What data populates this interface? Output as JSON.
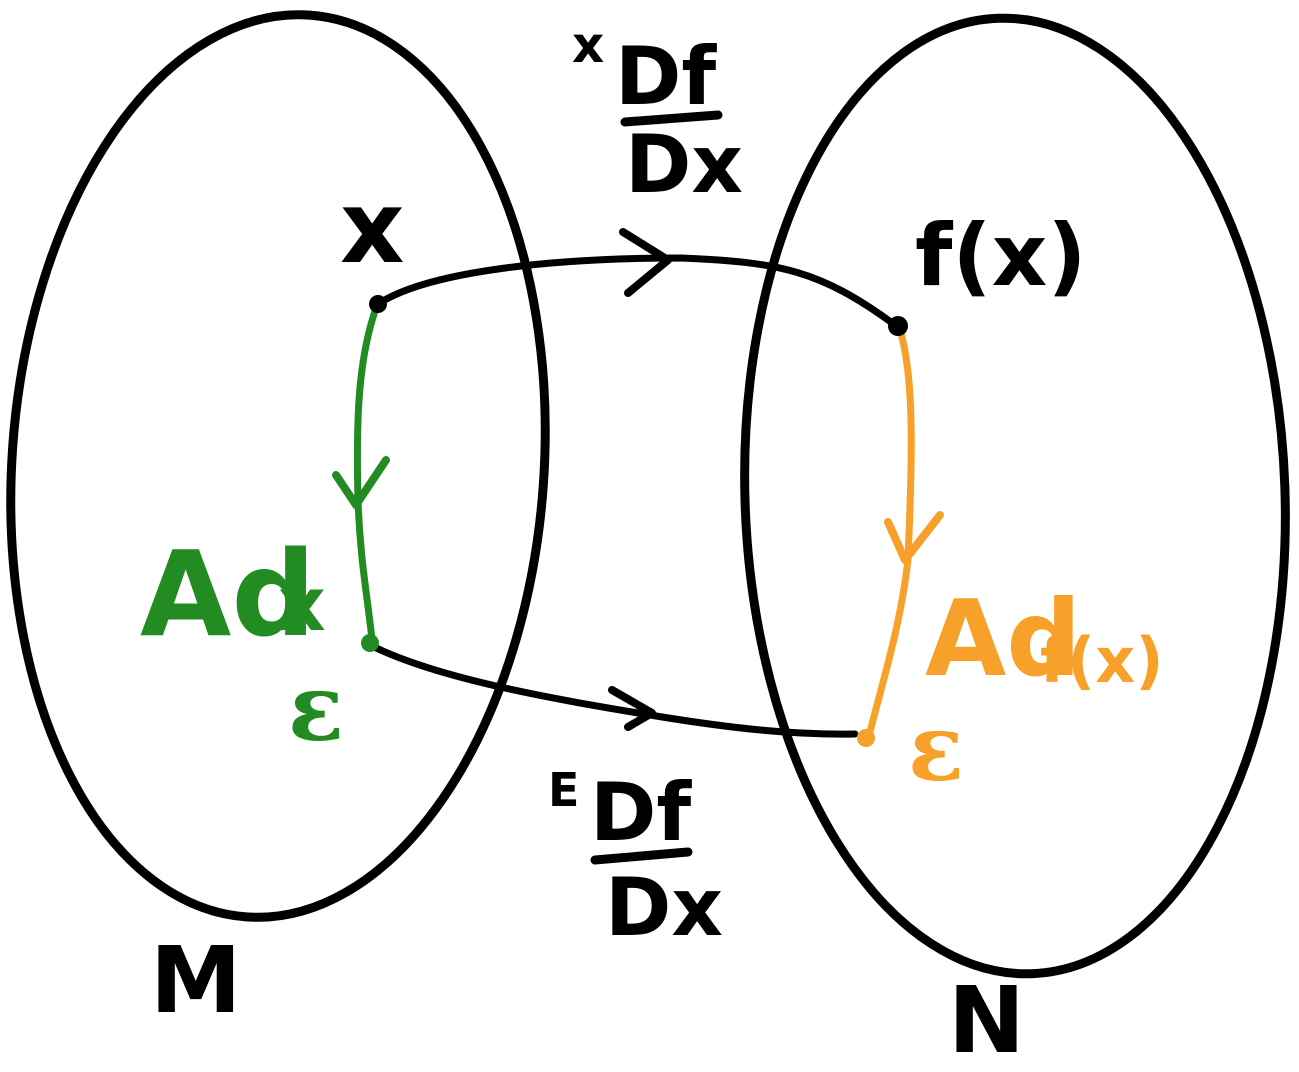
{
  "colors": {
    "ink": "#000000",
    "green": "#228b22",
    "orange": "#f7a02a"
  },
  "sets": {
    "left_label": "M",
    "right_label": "N"
  },
  "points": {
    "x_label": "x",
    "fx_label": "f(x)",
    "epsilon_left": "ε",
    "epsilon_right": "ε"
  },
  "maps": {
    "top_superscript": "x",
    "top_numerator": "Df",
    "top_denominator": "Dx",
    "bottom_superscript": "E",
    "bottom_numerator": "Df",
    "bottom_denominator": "Dx"
  },
  "vertical_arrows": {
    "left_base": "Ad",
    "left_subscript": "x",
    "right_base": "Ad",
    "right_subscript": "f(x)"
  }
}
